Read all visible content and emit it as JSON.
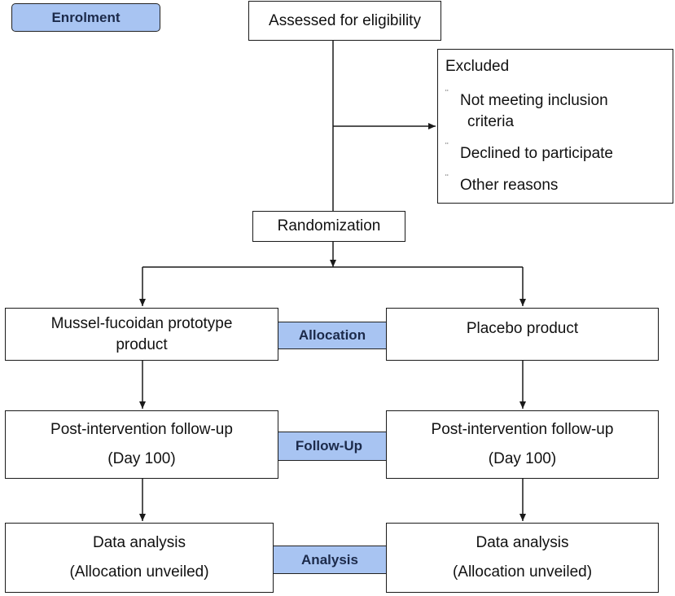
{
  "stages": {
    "enrolment": "Enrolment",
    "allocation": "Allocation",
    "follow_up": "Follow-Up",
    "analysis": "Analysis"
  },
  "assessed": "Assessed for eligibility",
  "excluded": {
    "title": "Excluded",
    "bullet": "¨",
    "items": [
      {
        "line1": "Not meeting inclusion",
        "line2": "criteria"
      },
      {
        "line1": "Declined to participate"
      },
      {
        "line1": "Other reasons"
      }
    ]
  },
  "randomization": "Randomization",
  "left_arm": {
    "allocation_line1": "Mussel-fucoidan prototype",
    "allocation_line2": "product",
    "followup_line1": "Post-intervention follow-up",
    "followup_line2": "(Day 100)",
    "analysis_line1": "Data analysis",
    "analysis_line2": "(Allocation unveiled)"
  },
  "right_arm": {
    "allocation_line1": "Placebo product",
    "followup_line1": "Post-intervention follow-up",
    "followup_line2": "(Day 100)",
    "analysis_line1": "Data analysis",
    "analysis_line2": "(Allocation unveiled)"
  }
}
